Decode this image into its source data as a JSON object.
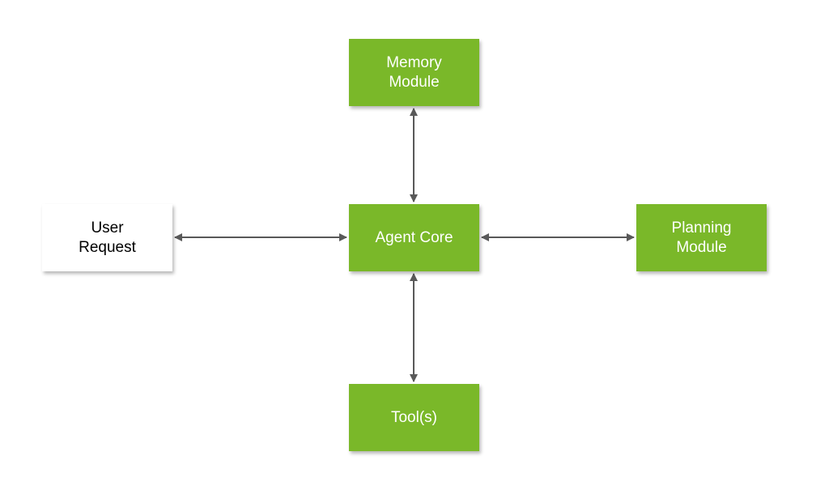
{
  "diagram": {
    "colors": {
      "node_fill": "#7ab829",
      "node_text": "#ffffff",
      "external_fill": "#ffffff",
      "external_text": "#000000",
      "connector": "#595959"
    },
    "nodes": {
      "memory": {
        "label": "Memory\nModule"
      },
      "agent": {
        "label": "Agent Core"
      },
      "user": {
        "label": "User\nRequest"
      },
      "planning": {
        "label": "Planning\nModule"
      },
      "tools": {
        "label": "Tool(s)"
      }
    },
    "connections": [
      {
        "from": "agent",
        "to": "memory",
        "direction": "bidirectional"
      },
      {
        "from": "agent",
        "to": "user",
        "direction": "bidirectional"
      },
      {
        "from": "agent",
        "to": "planning",
        "direction": "bidirectional"
      },
      {
        "from": "agent",
        "to": "tools",
        "direction": "bidirectional"
      }
    ]
  }
}
